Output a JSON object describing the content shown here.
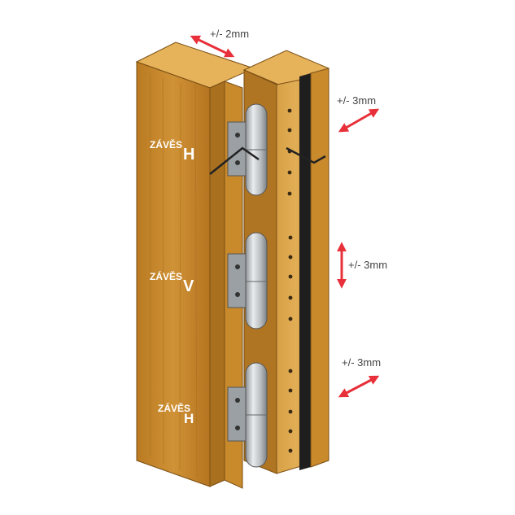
{
  "colors": {
    "arrow": "#e8303a",
    "wood_front": "#c98a2c",
    "wood_top": "#e6b35a",
    "wood_side": "#a8701f",
    "metal": "#bfc3c6",
    "gasket": "#1e1e1e"
  },
  "labels": {
    "adj_top": "+/- 2mm",
    "adj_upper_right": "+/- 3mm",
    "adj_middle_right": "+/- 3mm",
    "adj_lower_right": "+/- 3mm"
  },
  "hinges": {
    "top": {
      "word": "ZÁVĚS",
      "letter": "H"
    },
    "middle": {
      "word": "ZÁVĚS",
      "letter": "V"
    },
    "bottom": {
      "word": "ZÁVĚS",
      "letter": "H"
    }
  }
}
